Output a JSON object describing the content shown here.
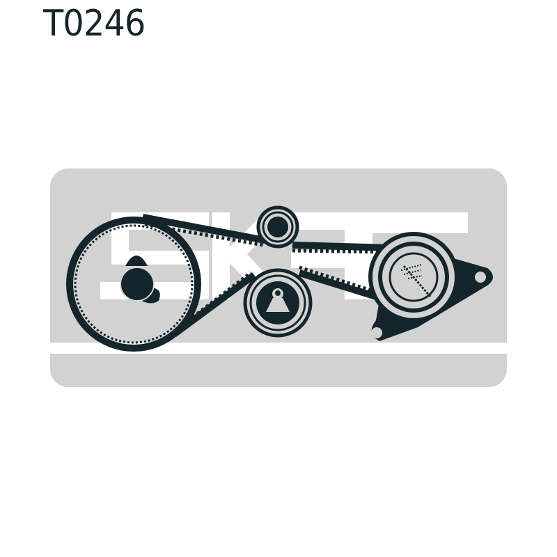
{
  "header": {
    "part_number": "T0246"
  },
  "diagram": {
    "description": "Timing belt kit routing diagram",
    "watermark_brand": "SKF",
    "colors": {
      "ink": "#14252b",
      "panel": "#d3d2d2",
      "watermark": "#ffffff",
      "background": "#ffffff"
    },
    "components": [
      {
        "name": "crankshaft-sprocket",
        "type": "toothed-pulley"
      },
      {
        "name": "upper-idler-pulley",
        "type": "idler"
      },
      {
        "name": "lower-tensioner-pulley",
        "type": "tensioner"
      },
      {
        "name": "water-pump-pulley",
        "type": "pump"
      }
    ]
  }
}
